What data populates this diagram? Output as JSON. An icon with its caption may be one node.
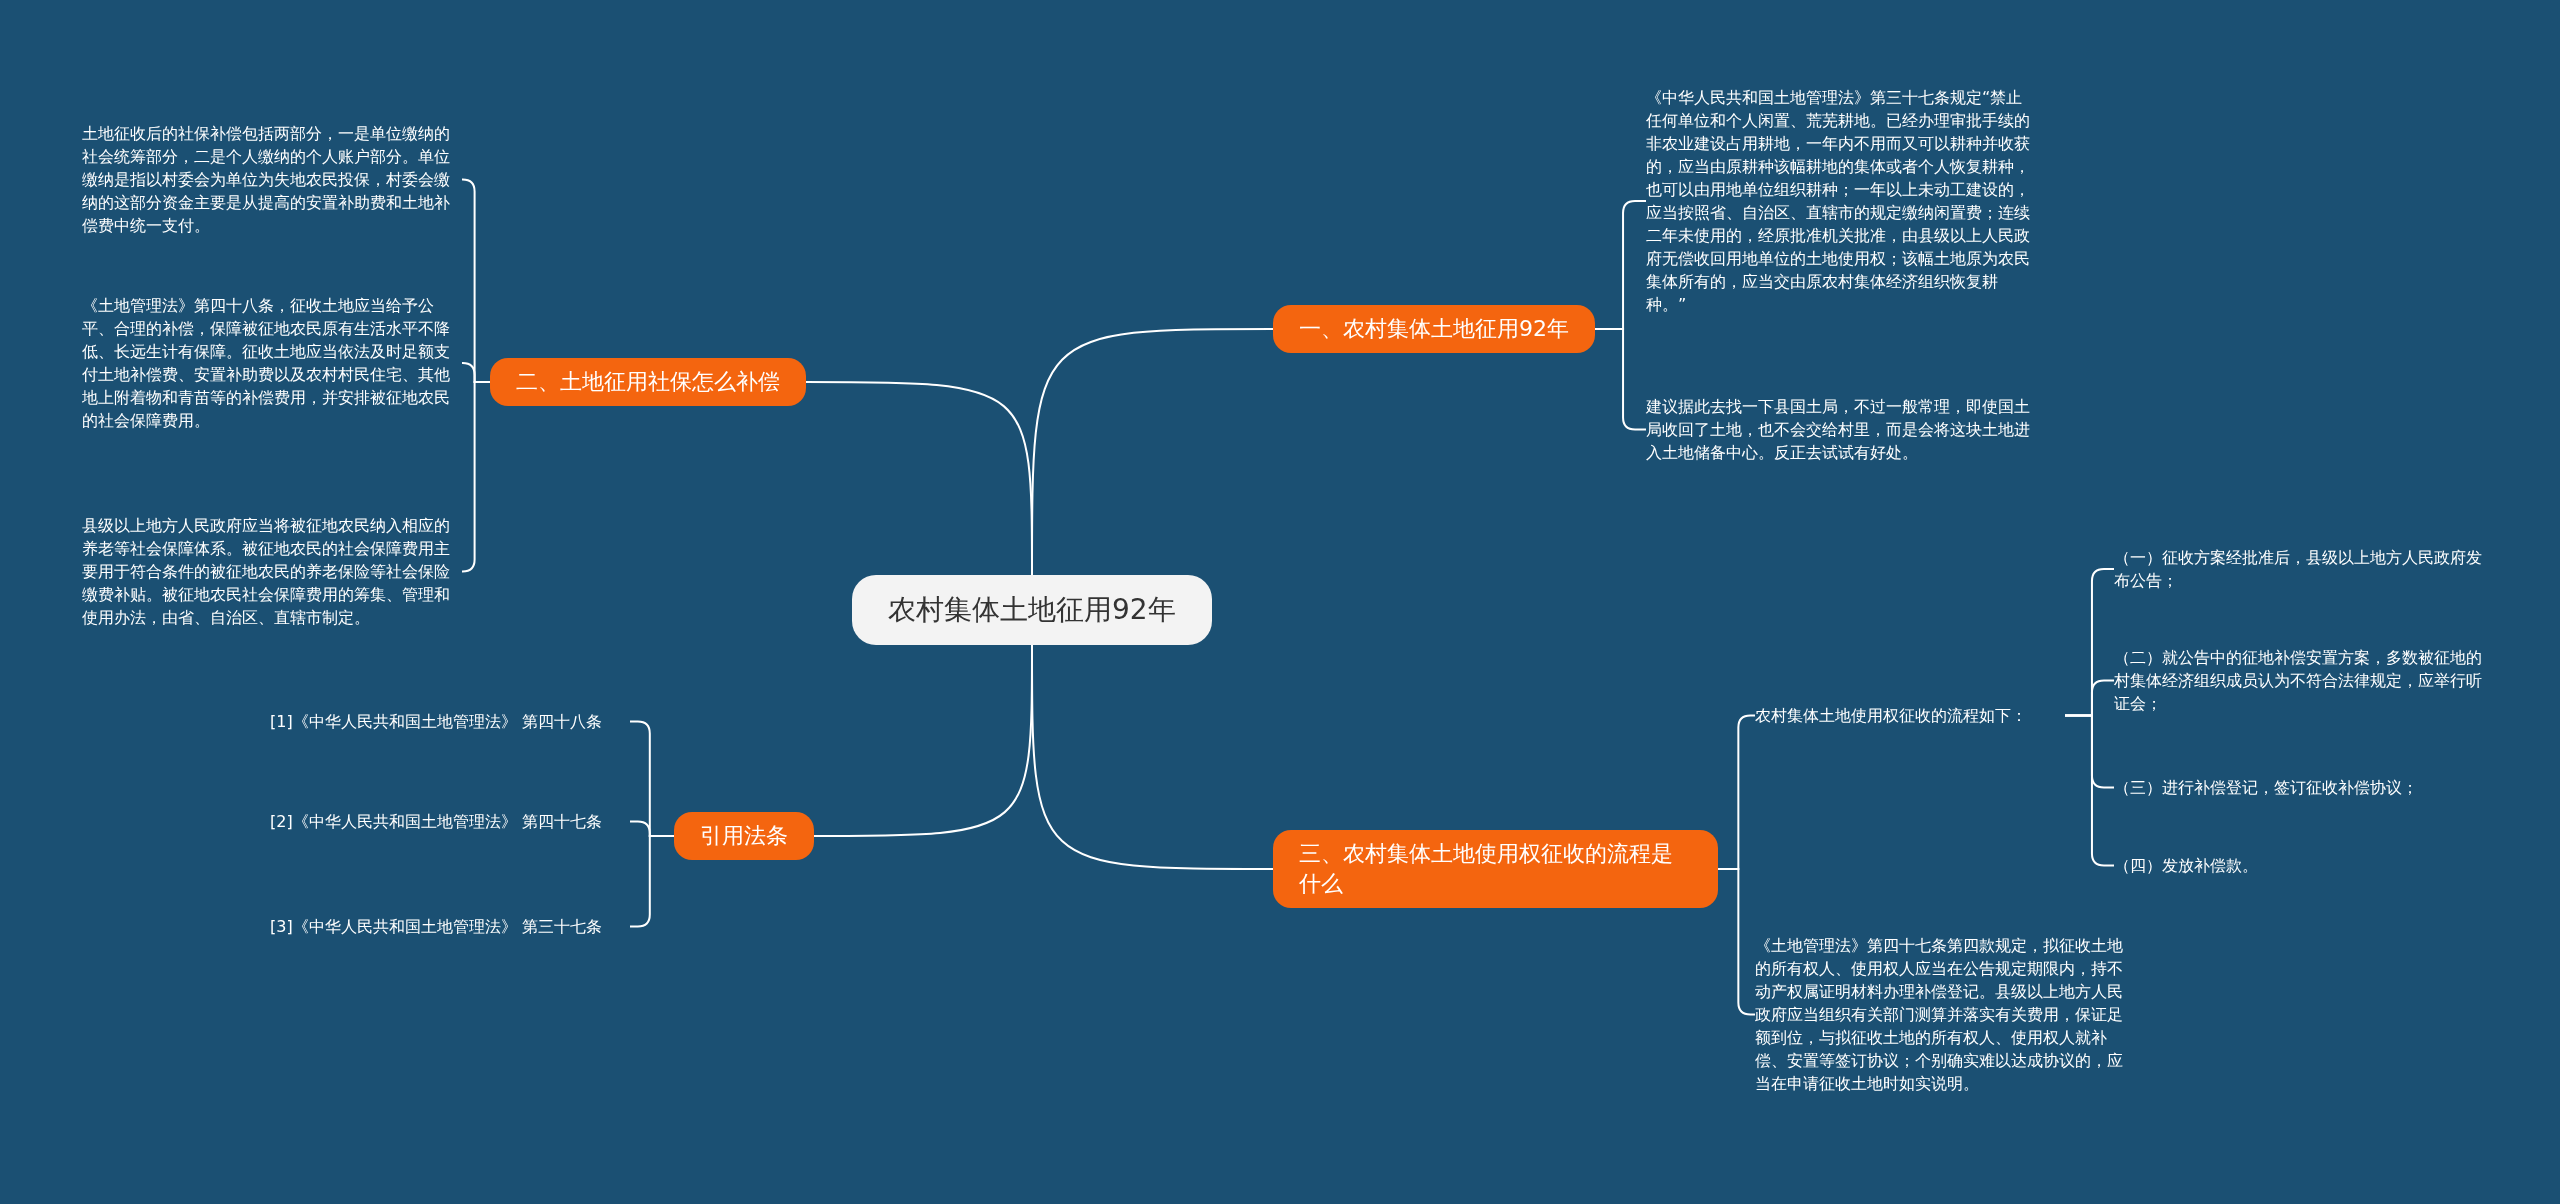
{
  "diagram": {
    "nodes": [
      {
        "text": [
          "农村集体土地征用92年"
        ]
      },
      {
        "text": [
          "一、农村集体土地征用92年"
        ]
      },
      {
        "text": [
          "《中华人民共和国土地管理法》第三十七条规定“禁止任何单位和个人闲置、荒芜耕地。已经办理审批手续的非农业建设占用耕地，一年内不用而又可以耕种并收获的，应当由原耕种该幅耕地的集体或者个人恢复耕种，也可以由用地单位组织耕种；一年以上未动工建设的，应当按照省、自治区、直辖市的规定缴纳闲置费；连续二年未使用的，经原批准机关批准，由县级以上人民政府无偿收回用地单位的土地使用权；该幅土地原为农民集体所有的，应当交由原农村集体经济组织恢复耕种。”"
        ]
      },
      {
        "text": [
          "建议据此去找一下县国土局，不过一般常理，即使国土局收回了土地，也不会交给村里，而是会将这块土地进入土地储备中心。反正去试试有好处。"
        ]
      },
      {
        "text": [
          "二、土地征用社保怎么补偿"
        ]
      },
      {
        "text": [
          "土地征收后的社保补偿包括两部分，一是单位缴纳的社会统筹部分，二是个人缴纳的个人账户部分。单位缴纳是指以村委会为单位为失地农民投保，村委会缴纳的这部分资金主要是从提高的安置补助费和土地补偿费中统一支付。"
        ]
      },
      {
        "text": [
          "《土地管理法》第四十八条，征收土地应当给予公平、合理的补偿，保障被征地农民原有生活水平不降低、长远生计有保障。征收土地应当依法及时足额支付土地补偿费、安置补助费以及农村村民住宅、其他地上附着物和青苗等的补偿费用，并安排被征地农民的社会保障费用。"
        ]
      },
      {
        "text": [
          "县级以上地方人民政府应当将被征地农民纳入相应的养老等社会保障体系。被征地农民的社会保障费用主要用于符合条件的被征地农民的养老保险等社会保险缴费补贴。被征地农民社会保障费用的筹集、管理和使用办法，由省、自治区、直辖市制定。"
        ]
      },
      {
        "text": [
          "三、农村集体土地使用权征收的流程是什么"
        ]
      },
      {
        "text": [
          "农村集体土地使用权征收的流程如下："
        ]
      },
      {
        "text": [
          "（一）征收方案经批准后，县级以上地方人民政府发布公告；"
        ]
      },
      {
        "text": [
          "（二）就公告中的征地补偿安置方案，多数被征地的村集体经济组织成员认为不符合法律规定，应举行听证会；"
        ]
      },
      {
        "text": [
          "（三）进行补偿登记，签订征收补偿协议；"
        ]
      },
      {
        "text": [
          "（四）发放补偿款。"
        ]
      },
      {
        "text": [
          "《土地管理法》第四十七条第四款规定，拟征收土地的所有权人、使用权人应当在公告规定期限内，持不动产权属证明材料办理补偿登记。县级以上地方人民政府应当组织有关部门测算并落实有关费用，保证足额到位，与拟征收土地的所有权人、使用权人就补偿、安置等签订协议；个别确实难以达成协议的，应当在申请征收土地时如实说明。"
        ]
      },
      {
        "text": [
          "引用法条"
        ]
      },
      {
        "text": [
          "[1]《中华人民共和国土地管理法》 第四十八条"
        ]
      },
      {
        "text": [
          "[2]《中华人民共和国土地管理法》 第四十七条"
        ]
      },
      {
        "text": [
          "[3]《中华人民共和国土地管理法》 第三十七条"
        ]
      }
    ],
    "edges": [
      {
        "from": 0,
        "to": 1,
        "arrow": "none"
      },
      {
        "from": 1,
        "to": 2,
        "arrow": "none"
      },
      {
        "from": 1,
        "to": 3,
        "arrow": "none"
      },
      {
        "from": 0,
        "to": 4,
        "arrow": "none"
      },
      {
        "from": 4,
        "to": 5,
        "arrow": "none"
      },
      {
        "from": 4,
        "to": 6,
        "arrow": "none"
      },
      {
        "from": 4,
        "to": 7,
        "arrow": "none"
      },
      {
        "from": 0,
        "to": 8,
        "arrow": "none"
      },
      {
        "from": 8,
        "to": 9,
        "arrow": "none"
      },
      {
        "from": 9,
        "to": 10,
        "arrow": "none"
      },
      {
        "from": 9,
        "to": 11,
        "arrow": "none"
      },
      {
        "from": 9,
        "to": 12,
        "arrow": "none"
      },
      {
        "from": 9,
        "to": 13,
        "arrow": "none"
      },
      {
        "from": 8,
        "to": 14,
        "arrow": "none"
      },
      {
        "from": 0,
        "to": 15,
        "arrow": "none"
      },
      {
        "from": 15,
        "to": 16,
        "arrow": "none"
      },
      {
        "from": 15,
        "to": 17,
        "arrow": "none"
      },
      {
        "from": 15,
        "to": 18,
        "arrow": "none"
      }
    ]
  }
}
